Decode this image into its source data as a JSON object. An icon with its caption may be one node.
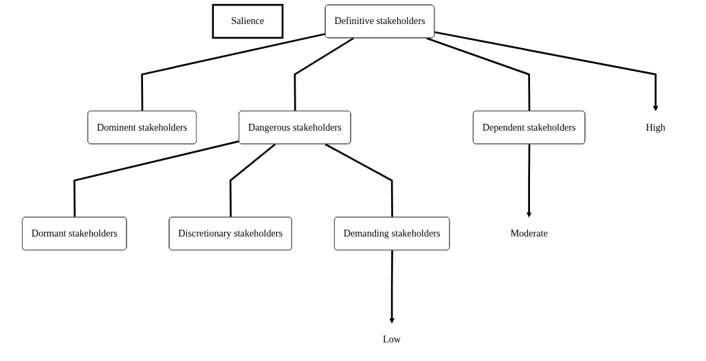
{
  "diagram": {
    "nodes": [
      {
        "text": [
          "Definitive stakeholders"
        ]
      },
      {
        "text": [
          "Dominent stakeholders"
        ]
      },
      {
        "text": [
          "Dangerous stakeholders"
        ]
      },
      {
        "text": [
          "Dependent stakeholders"
        ]
      },
      {
        "text": [
          "Dormant stakeholders"
        ]
      },
      {
        "text": [
          "Discretionary stakeholders"
        ]
      },
      {
        "text": [
          "Demanding stakeholders"
        ]
      },
      {
        "text": [
          "High"
        ]
      },
      {
        "text": [
          "Moderate"
        ]
      },
      {
        "text": [
          "Low"
        ]
      },
      {
        "text": [
          "Salience"
        ]
      }
    ],
    "edges": [
      {
        "from": 0,
        "to": 1,
        "arrow": "none"
      },
      {
        "from": 0,
        "to": 2,
        "arrow": "none"
      },
      {
        "from": 0,
        "to": 3,
        "arrow": "none"
      },
      {
        "from": 2,
        "to": 4,
        "arrow": "none"
      },
      {
        "from": 2,
        "to": 5,
        "arrow": "none"
      },
      {
        "from": 2,
        "to": 6,
        "arrow": "none"
      },
      {
        "from": 0,
        "to": 7,
        "arrow": "to"
      },
      {
        "from": 3,
        "to": 8,
        "arrow": "to"
      },
      {
        "from": 6,
        "to": 9,
        "arrow": "to"
      }
    ]
  }
}
